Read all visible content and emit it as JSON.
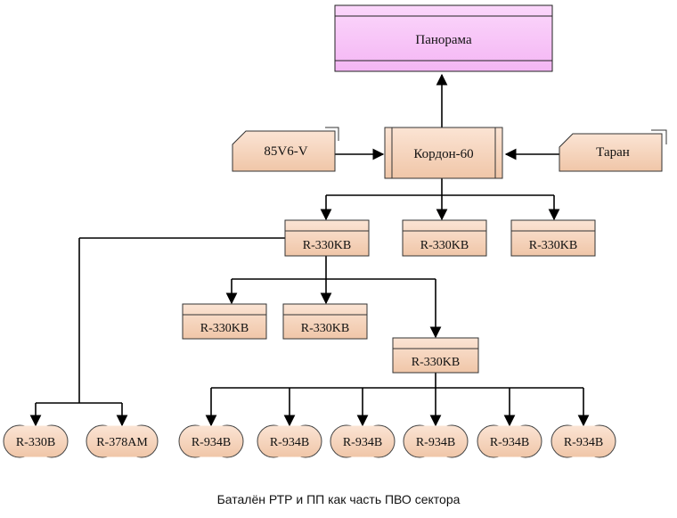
{
  "top_node": {
    "label": "Панорама",
    "fill": "#f8c8f8",
    "stripe": "#ee99ee"
  },
  "center_node": {
    "label": "Кордон-60"
  },
  "left_input": {
    "label": "85V6-V"
  },
  "right_input": {
    "label": "Таран"
  },
  "rtr_nodes": {
    "level1_a": "R-330KB",
    "level1_b": "R-330KB",
    "level1_c": "R-330KB",
    "level2_a": "R-330KB",
    "level2_b": "R-330KB",
    "level3": "R-330KB"
  },
  "terminals": [
    "R-330B",
    "R-378AM",
    "R-934B",
    "R-934B",
    "R-934B",
    "R-934B",
    "R-934B",
    "R-934B"
  ],
  "colors": {
    "node_fill": "#f5d0b8",
    "node_stroke": "#5a3a2a",
    "edge": "#000000"
  },
  "caption": "Баталён РТР и ПП как часть ПВО сектора"
}
